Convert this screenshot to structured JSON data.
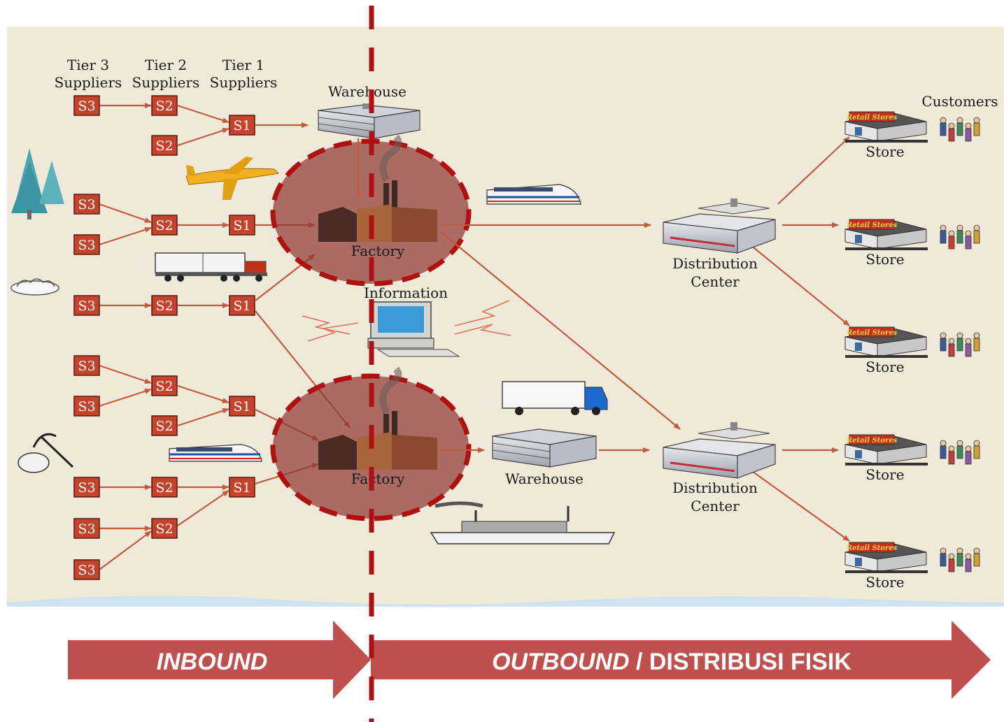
{
  "tier_headers": {
    "tier3": {
      "line1": "Tier 3",
      "line2": "Suppliers"
    },
    "tier2": {
      "line1": "Tier 2",
      "line2": "Suppliers"
    },
    "tier1": {
      "line1": "Tier 1",
      "line2": "Suppliers"
    }
  },
  "supplier_codes": {
    "s3": "S3",
    "s2": "S2",
    "s1": "S1"
  },
  "labels": {
    "warehouse_top": "Warehouse",
    "factory": "Factory",
    "information": "Information",
    "warehouse_bottom": "Warehouse",
    "distribution_center_line1": "Distribution",
    "distribution_center_line2": "Center",
    "store": "Store",
    "customers": "Customers",
    "retail_sign": "Retail Stores"
  },
  "banner": {
    "inbound": "INBOUND",
    "outbound": "OUTBOUND",
    "separator": " / ",
    "outbound_rest": "DISTRIBUSI FISIK"
  },
  "colors": {
    "background": "#efe9da",
    "supplier_box": "#c5432b",
    "arrow": "#c55a3a",
    "banner": "#c0504d",
    "dashed_line": "#b01010",
    "factory_circle": "#8f3a35"
  }
}
